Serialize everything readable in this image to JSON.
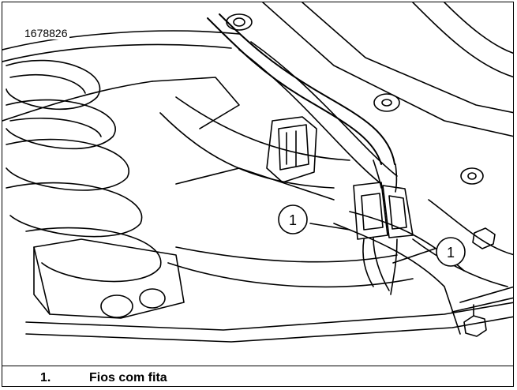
{
  "figure_id": "1678826",
  "callouts": [
    {
      "label": "1"
    },
    {
      "label": "1"
    }
  ],
  "legend": [
    {
      "number": "1.",
      "text": "Fios com fita"
    }
  ]
}
